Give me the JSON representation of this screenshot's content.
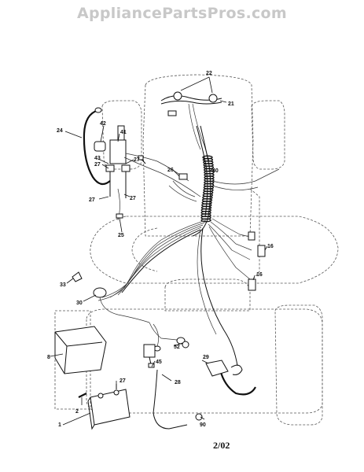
{
  "watermark": "AppliancePartsPros.com",
  "date_code": "2/02",
  "callouts": {
    "c22": "22",
    "c21": "21",
    "c24": "24",
    "c42": "42",
    "c41": "41",
    "c43": "43",
    "c27a": "27",
    "c27b": "27",
    "c27c": "27",
    "c27d": "27",
    "c26": "26",
    "c40": "40",
    "c25": "25",
    "c16a": "16",
    "c16b": "16",
    "c33": "33",
    "c30": "30",
    "c8": "8",
    "c52": "52",
    "c45": "45",
    "c29": "29",
    "c28": "28",
    "c27e": "27",
    "c2": "2",
    "c1": "1",
    "c90": "90"
  }
}
